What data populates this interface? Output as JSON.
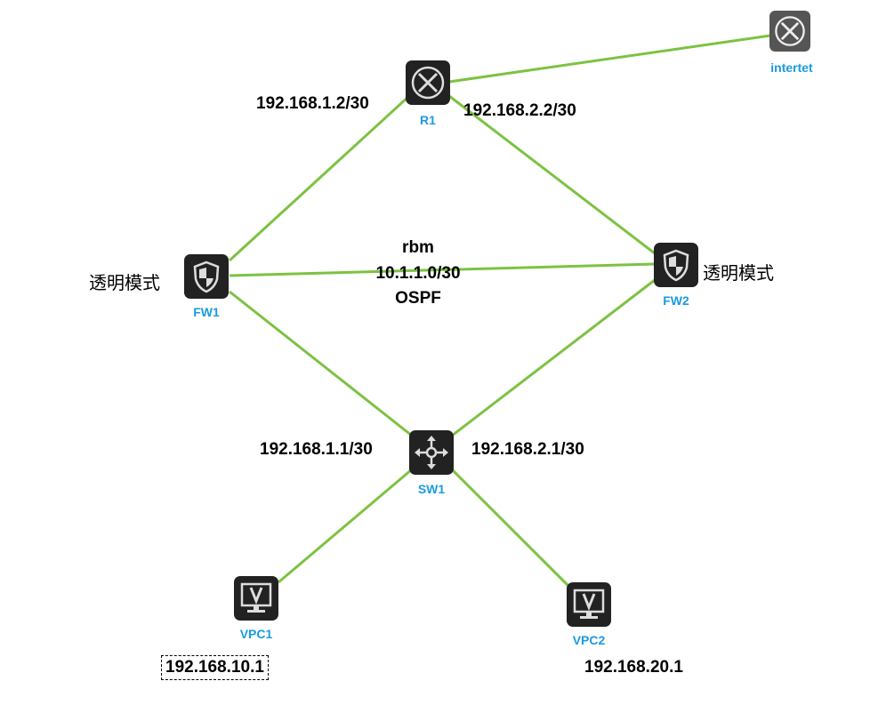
{
  "colors": {
    "link": "#7dc242",
    "node_label": "#1a9be0",
    "icon_bg": "#222222"
  },
  "nodes": {
    "r1": {
      "label": "R1",
      "icon": "router-icon"
    },
    "internet": {
      "label": "intertet",
      "icon": "router-icon"
    },
    "fw1": {
      "label": "FW1",
      "icon": "firewall-icon"
    },
    "fw2": {
      "label": "FW2",
      "icon": "firewall-icon"
    },
    "sw1": {
      "label": "SW1",
      "icon": "l3-switch-icon"
    },
    "vpc1": {
      "label": "VPC1",
      "icon": "pc-icon"
    },
    "vpc2": {
      "label": "VPC2",
      "icon": "pc-icon"
    }
  },
  "annotations": {
    "r1_fw1": "192.168.1.2/30",
    "r1_fw2": "192.168.2.2/30",
    "rbm": "rbm",
    "rbm_net": "10.1.1.0/30",
    "ospf": "OSPF",
    "fw1_mode": "透明模式",
    "fw2_mode": "透明模式",
    "sw1_fw1": "192.168.1.1/30",
    "sw1_fw2": "192.168.2.1/30",
    "vpc1_ip": "192.168.10.1",
    "vpc2_ip": "192.168.20.1"
  }
}
